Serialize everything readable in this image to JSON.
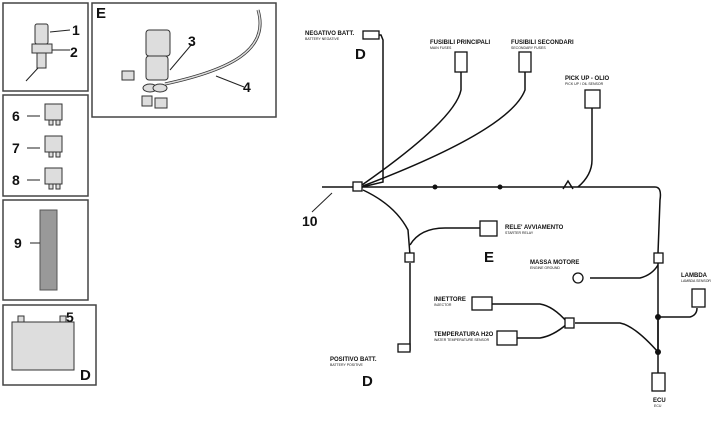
{
  "panels": {
    "key_numbers": [
      "1",
      "2"
    ],
    "fuse_numbers": [
      "6",
      "7",
      "8"
    ],
    "sleeve_number": "9",
    "battery_number": "5",
    "battery_letter": "D",
    "starter_letter": "E",
    "starter_numbers": [
      "3",
      "4"
    ]
  },
  "harness": {
    "number": "10",
    "negativo": {
      "label": "NEGATIVO BATT.",
      "sub": "BATTERY NEGATIVE",
      "letter": "D"
    },
    "fusibili_principali": {
      "label": "FUSIBILI PRINCIPALI",
      "sub": "MAIN FUSES"
    },
    "fusibili_secondari": {
      "label": "FUSIBILI SECONDARI",
      "sub": "SECONDARY FUSES"
    },
    "pickup": {
      "label": "PICK UP - OLIO",
      "sub": "PICK UP / OIL SENSOR"
    },
    "rele": {
      "label": "RELE' AVVIAMENTO",
      "sub": "STARTER RELAY",
      "letter": "E"
    },
    "massa": {
      "label": "MASSA MOTORE",
      "sub": "ENGINE GROUND"
    },
    "lambda": {
      "label": "LAMBDA",
      "sub": "LAMBDA SENSOR"
    },
    "iniettore": {
      "label": "INIETTORE",
      "sub": "INJECTOR"
    },
    "temperatura": {
      "label": "TEMPERATURA H2O",
      "sub": "WATER TEMPERATURE SENSOR"
    },
    "positivo": {
      "label": "POSITIVO BATT.",
      "sub": "BATTERY POSITIVE",
      "letter": "D"
    },
    "ecu": {
      "label": "ECU",
      "sub": "ECU"
    }
  }
}
